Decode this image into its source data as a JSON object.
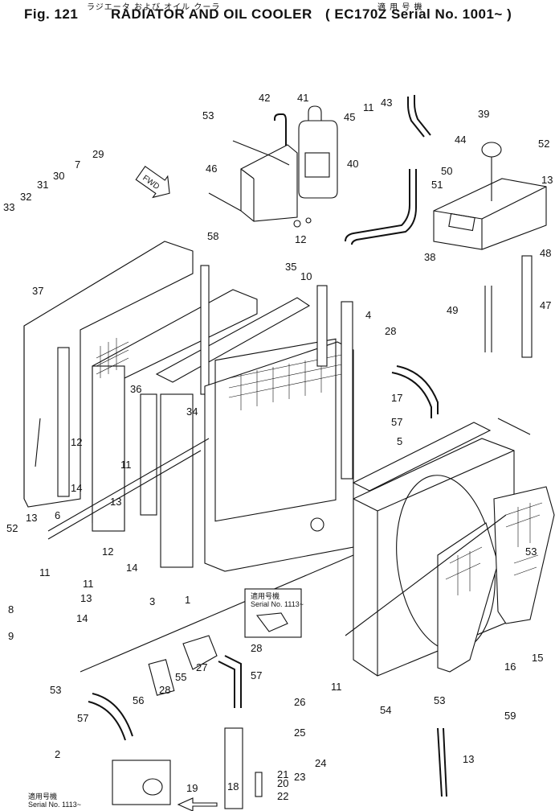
{
  "header": {
    "figure": "Fig. 121",
    "title": "RADIATOR AND OIL COOLER",
    "subtitle": "( EC170Z Serial No. 1001~ )",
    "jp_top_left": "ラジエータ および オイル クーラ",
    "jp_top_right": "適 用 号 機"
  },
  "callout_inset_55": {
    "jp": "適用号機",
    "serial": "Serial No. 1113~"
  },
  "callout_inset_19": {
    "jp": "適用号機",
    "serial": "Serial No. 1113~"
  },
  "arrow_label": "FWD",
  "part_numbers": [
    "53",
    "42",
    "41",
    "11",
    "43",
    "45",
    "40",
    "39",
    "44",
    "52",
    "46",
    "50",
    "51",
    "13",
    "12",
    "38",
    "48",
    "47",
    "49",
    "29",
    "7",
    "30",
    "31",
    "32",
    "33",
    "58",
    "35",
    "10",
    "4",
    "37",
    "36",
    "34",
    "28",
    "17",
    "57",
    "5",
    "12",
    "11",
    "6",
    "52",
    "13",
    "14",
    "13",
    "11",
    "12",
    "14",
    "11",
    "13",
    "14",
    "3",
    "1",
    "8",
    "9",
    "55",
    "28",
    "56",
    "28",
    "55",
    "27",
    "57",
    "53",
    "26",
    "25",
    "24",
    "23",
    "20",
    "21",
    "22",
    "19",
    "18",
    "57",
    "2",
    "54",
    "53",
    "16",
    "15",
    "53",
    "59",
    "13",
    "11"
  ]
}
